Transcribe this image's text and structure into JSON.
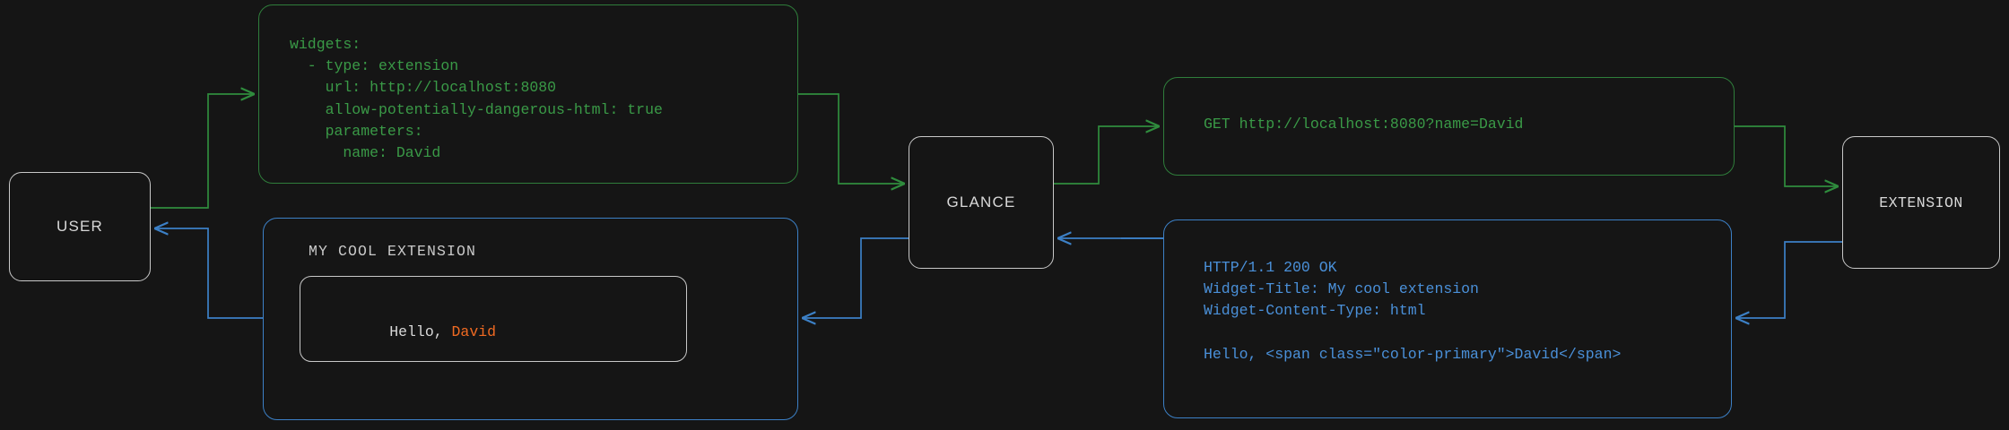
{
  "diagram": {
    "title": "glance extension request flow",
    "background": "#151515",
    "colors": {
      "request_green": "#3a9a47",
      "response_blue": "#4a90d9",
      "node_border": "#c8c8c8",
      "accent_orange": "#f06a22",
      "text_light": "#d8d8d8"
    }
  },
  "nodes": [
    {
      "id": "user",
      "label": "USER"
    },
    {
      "id": "glance",
      "label": "GLANCE"
    },
    {
      "id": "extension",
      "label": "EXTENSION"
    }
  ],
  "panels": {
    "yaml_config": {
      "color": "green",
      "text": "widgets:\n  - type: extension\n    url: http://localhost:8080\n    allow-potentially-dangerous-html: true\n    parameters:\n      name: David"
    },
    "http_request": {
      "color": "green",
      "text": "GET http://localhost:8080?name=David"
    },
    "http_response": {
      "color": "blue",
      "text": "HTTP/1.1 200 OK\nWidget-Title: My cool extension\nWidget-Content-Type: html\n\nHello, <span class=\"color-primary\">David</span>"
    },
    "rendered_widget": {
      "color": "blue",
      "title": "MY COOL EXTENSION",
      "body_prefix": "Hello, ",
      "body_accent": "David"
    }
  },
  "edges": [
    {
      "id": "user-to-glance-config",
      "from": "user",
      "to": "glance",
      "color": "green",
      "via": "yaml_config",
      "direction": "forward"
    },
    {
      "id": "glance-to-extension-request",
      "from": "glance",
      "to": "extension",
      "color": "green",
      "via": "http_request",
      "direction": "forward"
    },
    {
      "id": "extension-to-glance-response",
      "from": "extension",
      "to": "glance",
      "color": "blue",
      "via": "http_response",
      "direction": "backward"
    },
    {
      "id": "glance-to-user-render",
      "from": "glance",
      "to": "user",
      "color": "blue",
      "via": "rendered_widget",
      "direction": "backward"
    }
  ]
}
